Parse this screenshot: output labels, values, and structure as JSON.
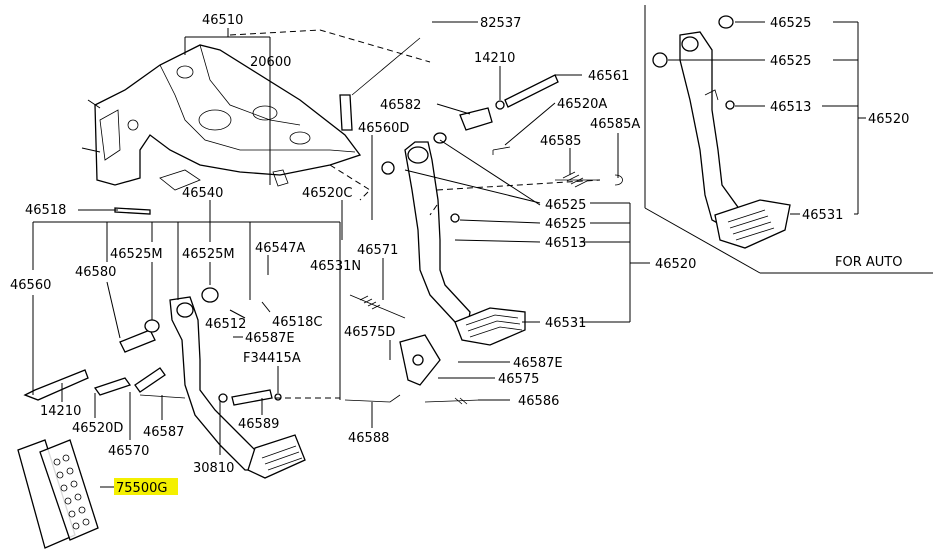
{
  "highlight_color": "#f4f000",
  "labels": {
    "p46510": "46510",
    "p20600": "20600",
    "p82537": "82537",
    "p14210_top": "14210",
    "p46561": "46561",
    "p46582": "46582",
    "p46520A": "46520A",
    "p46560D": "46560D",
    "p46585A": "46585A",
    "p46585": "46585",
    "p46520C": "46520C",
    "p46518": "46518",
    "p46540": "46540",
    "p46525M_a": "46525M",
    "p46525M_b": "46525M",
    "p46547A": "46547A",
    "p46531N": "46531N",
    "p46571": "46571",
    "p46560": "46560",
    "p46580": "46580",
    "p46512": "46512",
    "p46518C": "46518C",
    "p46587E_a": "46587E",
    "pF34415A": "F34415A",
    "p46575D": "46575D",
    "p46587E_b": "46587E",
    "p46575": "46575",
    "p14210_bot": "14210",
    "p46520D": "46520D",
    "p46587": "46587",
    "p46589": "46589",
    "p46588": "46588",
    "p46586": "46586",
    "p46570": "46570",
    "p30810": "30810",
    "p75500G": "75500G",
    "p46525_r1": "46525",
    "p46525_r2": "46525",
    "p46513_r": "46513",
    "p46520_r": "46520",
    "p46531_r": "46531",
    "for_auto": "FOR AUTO",
    "p46525_m1": "46525",
    "p46525_m2": "46525",
    "p46513_m": "46513",
    "p46520_m": "46520",
    "p46531_m": "46531"
  }
}
